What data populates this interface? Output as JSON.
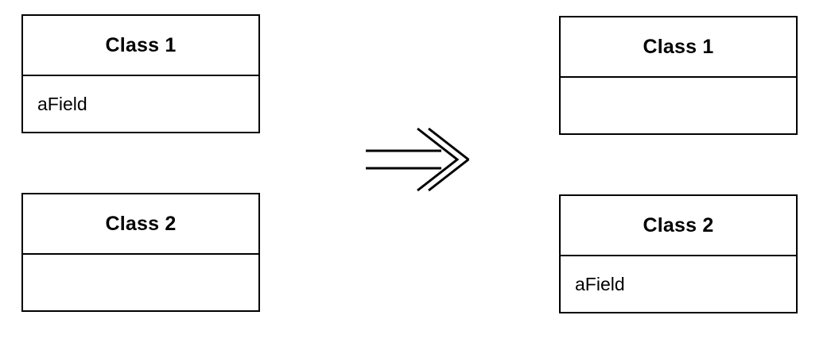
{
  "before": {
    "class_1": {
      "name": "Class 1",
      "fields": [
        "aField"
      ]
    },
    "class_2": {
      "name": "Class 2",
      "fields": []
    }
  },
  "after": {
    "class_1": {
      "name": "Class 1",
      "fields": []
    },
    "class_2": {
      "name": "Class 2",
      "fields": [
        "aField"
      ]
    }
  },
  "arrow_icon": "double-arrow-right-icon",
  "colors": {
    "stroke": "#000000",
    "background": "#ffffff"
  }
}
